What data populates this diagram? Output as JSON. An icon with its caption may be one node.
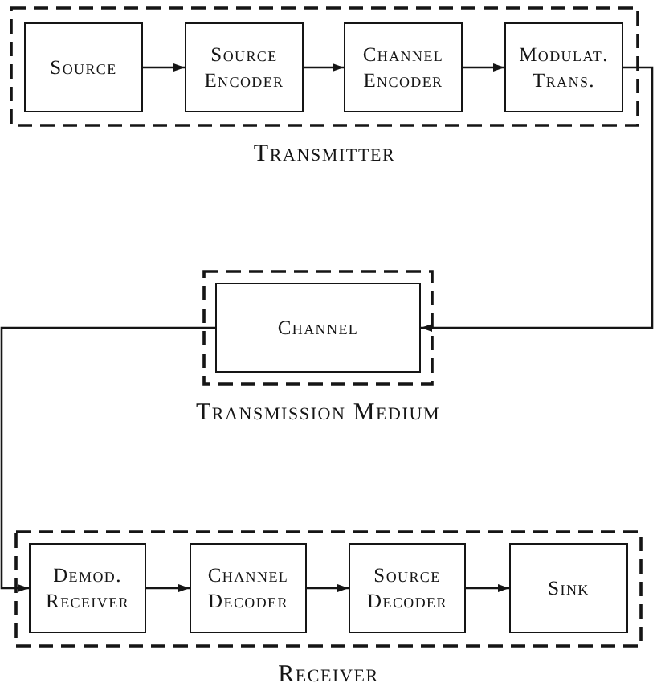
{
  "diagram": {
    "nodes": [
      {
        "text": [
          "Transmitter"
        ]
      },
      {
        "text": [
          "Source"
        ],
        "in": 0
      },
      {
        "text": [
          "Source Encoder"
        ],
        "in": 0
      },
      {
        "text": [
          "Channel Encoder"
        ],
        "in": 0
      },
      {
        "text": [
          "Modulat. Trans."
        ],
        "in": 0
      },
      {
        "text": [
          "Transmission Medium"
        ]
      },
      {
        "text": [
          "Channel"
        ],
        "in": 5
      },
      {
        "text": [
          "Receiver"
        ]
      },
      {
        "text": [
          "Demod. Receiver"
        ],
        "in": 7
      },
      {
        "text": [
          "Channel Decoder"
        ],
        "in": 7
      },
      {
        "text": [
          "Source Decoder"
        ],
        "in": 7
      },
      {
        "text": [
          "Sink"
        ],
        "in": 7
      }
    ],
    "edges": [
      {
        "from": 1,
        "to": 2,
        "arrow": "to"
      },
      {
        "from": 2,
        "to": 3,
        "arrow": "to"
      },
      {
        "from": 3,
        "to": 4,
        "arrow": "to"
      },
      {
        "from": 4,
        "to": 6,
        "arrow": "to"
      },
      {
        "from": 6,
        "to": 8,
        "arrow": "to"
      },
      {
        "from": 8,
        "to": 9,
        "arrow": "to"
      },
      {
        "from": 9,
        "to": 10,
        "arrow": "to"
      },
      {
        "from": 10,
        "to": 11,
        "arrow": "to"
      }
    ]
  }
}
